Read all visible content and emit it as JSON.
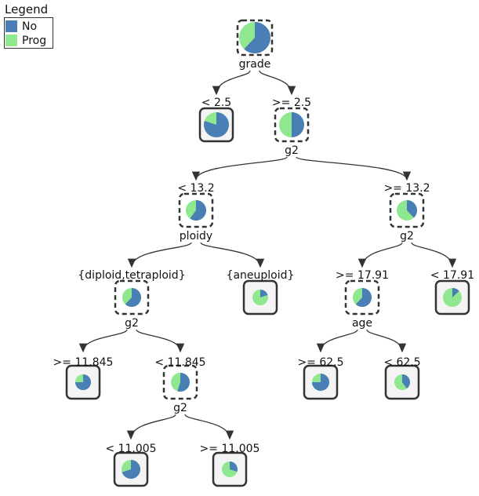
{
  "legend": {
    "title": "Legend",
    "items": [
      {
        "label": "No",
        "color": "#4a7fb5"
      },
      {
        "label": "Prog",
        "color": "#8fe88f"
      }
    ]
  },
  "colors": {
    "no": "#4a7fb5",
    "prog": "#8fe88f",
    "edge": "#333333"
  },
  "tree": {
    "nodes": [
      {
        "id": "n1",
        "type": "split",
        "var": "grade",
        "no_fraction": 0.62
      },
      {
        "id": "n2",
        "type": "leaf",
        "no_fraction": 0.8
      },
      {
        "id": "n3",
        "type": "split",
        "var": "g2",
        "no_fraction": 0.5
      },
      {
        "id": "n4",
        "type": "split",
        "var": "ploidy",
        "no_fraction": 0.6
      },
      {
        "id": "n5",
        "type": "split",
        "var": "g2",
        "no_fraction": 0.38
      },
      {
        "id": "n6",
        "type": "split",
        "var": "g2",
        "no_fraction": 0.62
      },
      {
        "id": "n7",
        "type": "leaf",
        "no_fraction": 0.2
      },
      {
        "id": "n8",
        "type": "split",
        "var": "age",
        "no_fraction": 0.62
      },
      {
        "id": "n9",
        "type": "leaf",
        "no_fraction": 0.13
      },
      {
        "id": "n10",
        "type": "leaf",
        "no_fraction": 0.75
      },
      {
        "id": "n11",
        "type": "split",
        "var": "g2",
        "no_fraction": 0.55
      },
      {
        "id": "n12",
        "type": "leaf",
        "no_fraction": 0.75
      },
      {
        "id": "n13",
        "type": "leaf",
        "no_fraction": 0.4
      },
      {
        "id": "n14",
        "type": "leaf",
        "no_fraction": 0.7
      },
      {
        "id": "n15",
        "type": "leaf",
        "no_fraction": 0.3
      }
    ],
    "edges": [
      {
        "from": "n1",
        "to": "n2",
        "label": "< 2.5"
      },
      {
        "from": "n1",
        "to": "n3",
        "label": ">= 2.5"
      },
      {
        "from": "n3",
        "to": "n4",
        "label": "< 13.2"
      },
      {
        "from": "n3",
        "to": "n5",
        "label": ">= 13.2"
      },
      {
        "from": "n4",
        "to": "n6",
        "label": "{diploid,tetraploid}"
      },
      {
        "from": "n4",
        "to": "n7",
        "label": "{aneuploid}"
      },
      {
        "from": "n5",
        "to": "n8",
        "label": ">= 17.91"
      },
      {
        "from": "n5",
        "to": "n9",
        "label": "< 17.91"
      },
      {
        "from": "n6",
        "to": "n10",
        "label": ">= 11.845"
      },
      {
        "from": "n6",
        "to": "n11",
        "label": "< 11.845"
      },
      {
        "from": "n8",
        "to": "n12",
        "label": ">= 62.5"
      },
      {
        "from": "n8",
        "to": "n13",
        "label": "< 62.5"
      },
      {
        "from": "n11",
        "to": "n14",
        "label": "< 11.005"
      },
      {
        "from": "n11",
        "to": "n15",
        "label": ">= 11.005"
      }
    ]
  }
}
